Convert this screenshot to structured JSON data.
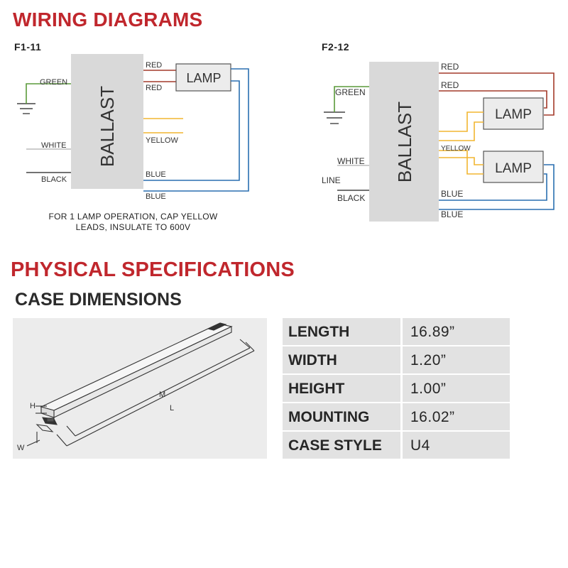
{
  "headings": {
    "wiring": "WIRING DIAGRAMS",
    "physical": "PHYSICAL SPECIFICATIONS",
    "case": "CASE DIMENSIONS"
  },
  "diagram1": {
    "id": "F1-11",
    "ballast": "BALLAST",
    "lamp": "LAMP",
    "wires": {
      "green": "GREEN",
      "white": "WHITE",
      "black": "BLACK",
      "red1": "RED",
      "red2": "RED",
      "yellow": "YELLOW",
      "blue1": "BLUE",
      "blue2": "BLUE"
    },
    "note_line1": "FOR 1 LAMP OPERATION, CAP YELLOW",
    "note_line2": "LEADS, INSULATE TO 600V"
  },
  "diagram2": {
    "id": "F2-12",
    "ballast": "BALLAST",
    "lamp1": "LAMP",
    "lamp2": "LAMP",
    "wires": {
      "green": "GREEN",
      "white": "WHITE",
      "line": "LINE",
      "black": "BLACK",
      "red1": "RED",
      "red2": "RED",
      "yellow": "YELLOW",
      "blue1": "BLUE",
      "blue2": "BLUE"
    }
  },
  "dimension_labels": {
    "h": "H",
    "w": "W",
    "m": "M",
    "l": "L"
  },
  "specs": [
    {
      "label": "LENGTH",
      "value": "16.89”"
    },
    {
      "label": "WIDTH",
      "value": "1.20”"
    },
    {
      "label": "HEIGHT",
      "value": "1.00”"
    },
    {
      "label": "MOUNTING",
      "value": "16.02”"
    },
    {
      "label": "CASE STYLE",
      "value": "U4"
    }
  ],
  "colors": {
    "heading_red": "#c0272d",
    "wire_red": "#a33a2a",
    "wire_blue": "#2a6fb0",
    "wire_yellow": "#f2b630",
    "wire_green": "#5a9a3a",
    "ballast_fill": "#d9d9d9"
  }
}
